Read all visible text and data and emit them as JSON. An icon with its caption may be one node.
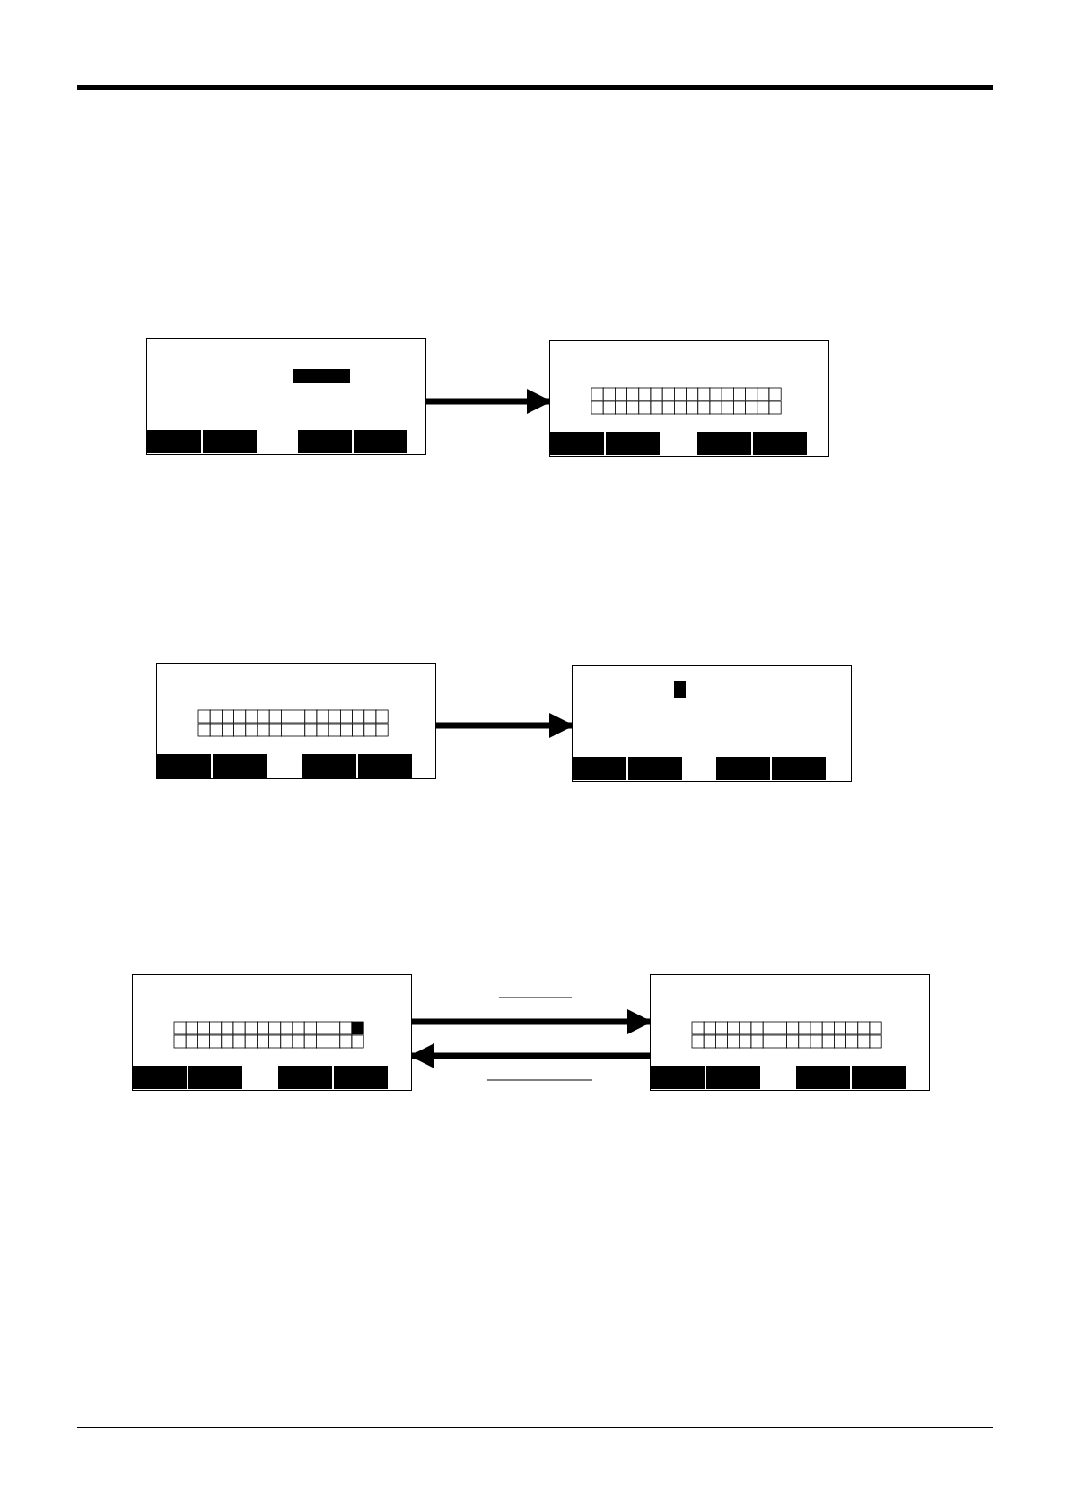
{
  "diagram": {
    "nodes": [
      {
        "text": [],
        "shape": "box"
      },
      {
        "text": [],
        "shape": "box"
      },
      {
        "text": [],
        "shape": "box"
      },
      {
        "text": [],
        "shape": "box"
      },
      {
        "text": [],
        "shape": "box"
      },
      {
        "text": [],
        "shape": "box"
      }
    ],
    "edges": [
      {
        "from": 0,
        "to": 1,
        "arrow": "to"
      },
      {
        "from": 2,
        "to": 3,
        "arrow": "to"
      },
      {
        "from": 4,
        "to": 5,
        "arrow": "to"
      },
      {
        "from": 5,
        "to": 4,
        "arrow": "to"
      }
    ]
  }
}
